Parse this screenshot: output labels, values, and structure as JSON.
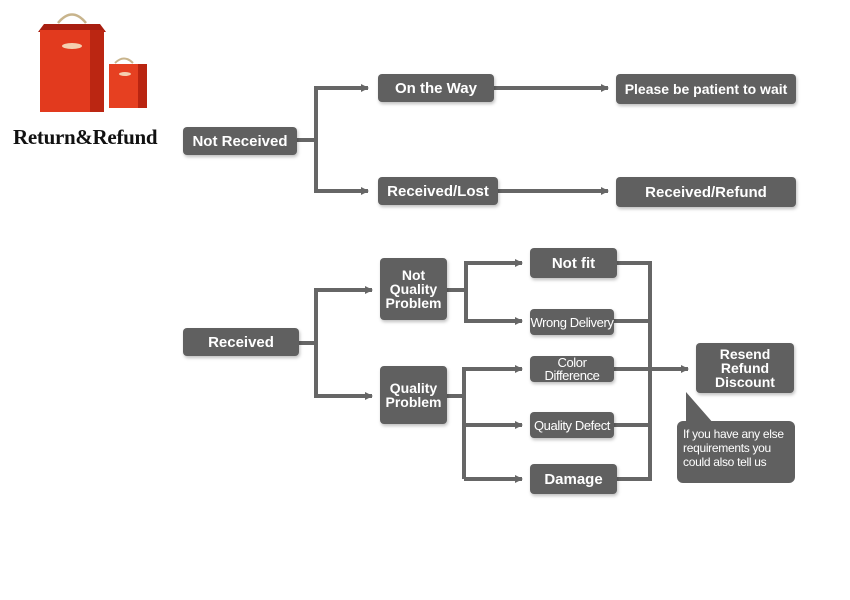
{
  "title": "Return&Refund",
  "colors": {
    "node": "#606060",
    "connector": "#666666",
    "bag_red": "#e23a1e",
    "bag_dark": "#a81e10"
  },
  "icons": {
    "logo": "shopping-bags-icon"
  },
  "nodes": {
    "not_received": "Not Received",
    "on_the_way": "On the Way",
    "please_wait": "Please be patient to wait",
    "received_lost": "Received/Lost",
    "received_refund": "Received/Refund",
    "received": "Received",
    "not_quality_problem": "Not\nQuality\nProblem",
    "quality_problem": "Quality\nProblem",
    "not_fit": "Not fit",
    "wrong_delivery": "Wrong Delivery",
    "color_difference": "Color Difference",
    "quality_defect": "Quality Defect",
    "damage": "Damage",
    "resend_refund_discount": "Resend\nRefund\nDiscount"
  },
  "note": "If you have any else\nrequirements you\ncould also tell us"
}
